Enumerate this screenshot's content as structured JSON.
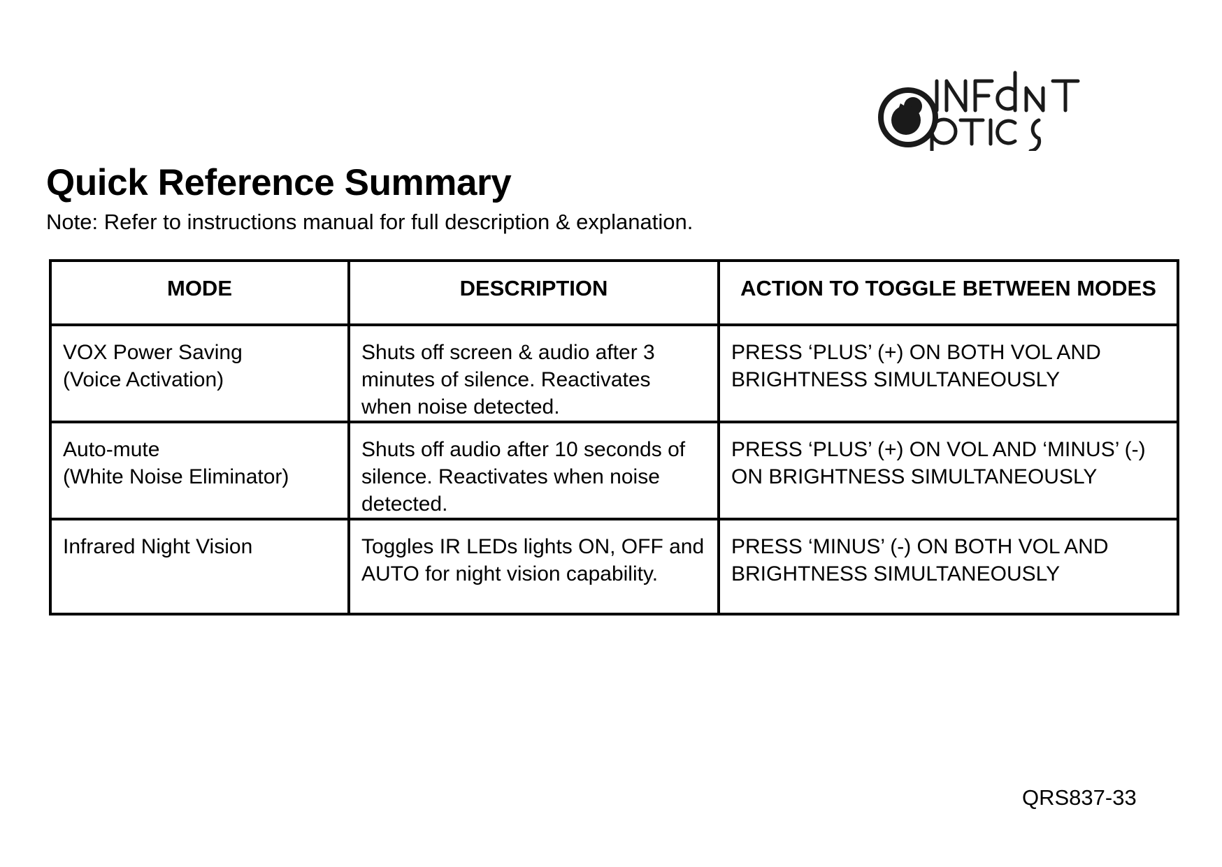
{
  "logo": {
    "name": "infant-optics-logo",
    "line1": "INFANT",
    "line2": "OPTICS",
    "mark": "baby-in-circle-icon",
    "color": "#1a1a1a"
  },
  "header": {
    "title": "Quick Reference Summary",
    "note": "Note: Refer to instructions manual for full description & explanation."
  },
  "table": {
    "columns": [
      "MODE",
      "DESCRIPTION",
      "ACTION TO TOGGLE BETWEEN MODES"
    ],
    "rows": [
      {
        "mode": "VOX Power Saving\n(Voice Activation)",
        "description": "Shuts off screen & audio after 3 minutes of silence. Reactivates when noise detected.",
        "action": "PRESS ‘PLUS’ (+) ON BOTH VOL AND BRIGHTNESS SIMULTANEOUSLY"
      },
      {
        "mode": "Auto-mute\n(White Noise Eliminator)",
        "description": "Shuts off audio after 10 seconds of silence. Reactivates when noise detected.",
        "action": "PRESS ‘PLUS’ (+) ON VOL AND ‘MINUS’ (-) ON BRIGHTNESS SIMULTANEOUSLY"
      },
      {
        "mode": "Infrared Night Vision",
        "description": "Toggles IR LEDs lights ON, OFF and AUTO for night vision capability.",
        "action": "PRESS ‘MINUS’ (-) ON BOTH VOL AND BRIGHTNESS SIMULTANEOUSLY"
      }
    ]
  },
  "footer": {
    "doc_code": "QRS837-33"
  },
  "colors": {
    "text": "#000000",
    "background": "#ffffff",
    "border": "#000000"
  }
}
